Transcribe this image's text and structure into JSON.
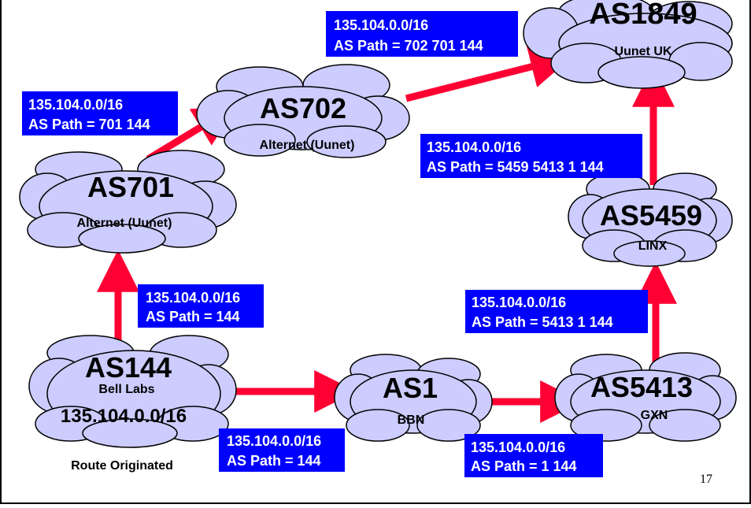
{
  "nodes": [
    {
      "id": "as1849",
      "name": "AS1849",
      "org": "Uunet UK"
    },
    {
      "id": "as702",
      "name": "AS702",
      "org": "Alternet (Uunet)"
    },
    {
      "id": "as701",
      "name": "AS701",
      "org": "Alternet (Uunet)"
    },
    {
      "id": "as5459",
      "name": "AS5459",
      "org": "LINX"
    },
    {
      "id": "as144",
      "name": "AS144",
      "org": "Bell Labs",
      "prefix": "135.104.0.0/16",
      "note": "Route Originated"
    },
    {
      "id": "as1",
      "name": "AS1",
      "org": "BBN"
    },
    {
      "id": "as5413",
      "name": "AS5413",
      "org": "GXN"
    }
  ],
  "labels": [
    {
      "id": "to-as1849-from-702",
      "prefix": "135.104.0.0/16",
      "path": "AS Path = 702 701 144"
    },
    {
      "id": "to-as702-from-701",
      "prefix": "135.104.0.0/16",
      "path": "AS Path = 701 144"
    },
    {
      "id": "to-as1849-from-5459",
      "prefix": "135.104.0.0/16",
      "path": "AS Path = 5459 5413 1 144"
    },
    {
      "id": "to-as701-from-144",
      "prefix": "135.104.0.0/16",
      "path": "AS Path = 144"
    },
    {
      "id": "to-as5459-from-5413",
      "prefix": "135.104.0.0/16",
      "path": "AS Path = 5413 1 144"
    },
    {
      "id": "to-as1-from-144",
      "prefix": "135.104.0.0/16",
      "path": "AS Path = 144"
    },
    {
      "id": "to-as5413-from-1",
      "prefix": "135.104.0.0/16",
      "path": "AS Path = 1 144"
    }
  ],
  "colors": {
    "cloud_fill": "#ccccff",
    "cloud_stroke": "#000000",
    "arrow": "#ff0033",
    "label_bg": "#0000ff",
    "label_text": "#ffffff"
  },
  "page_number": "17"
}
